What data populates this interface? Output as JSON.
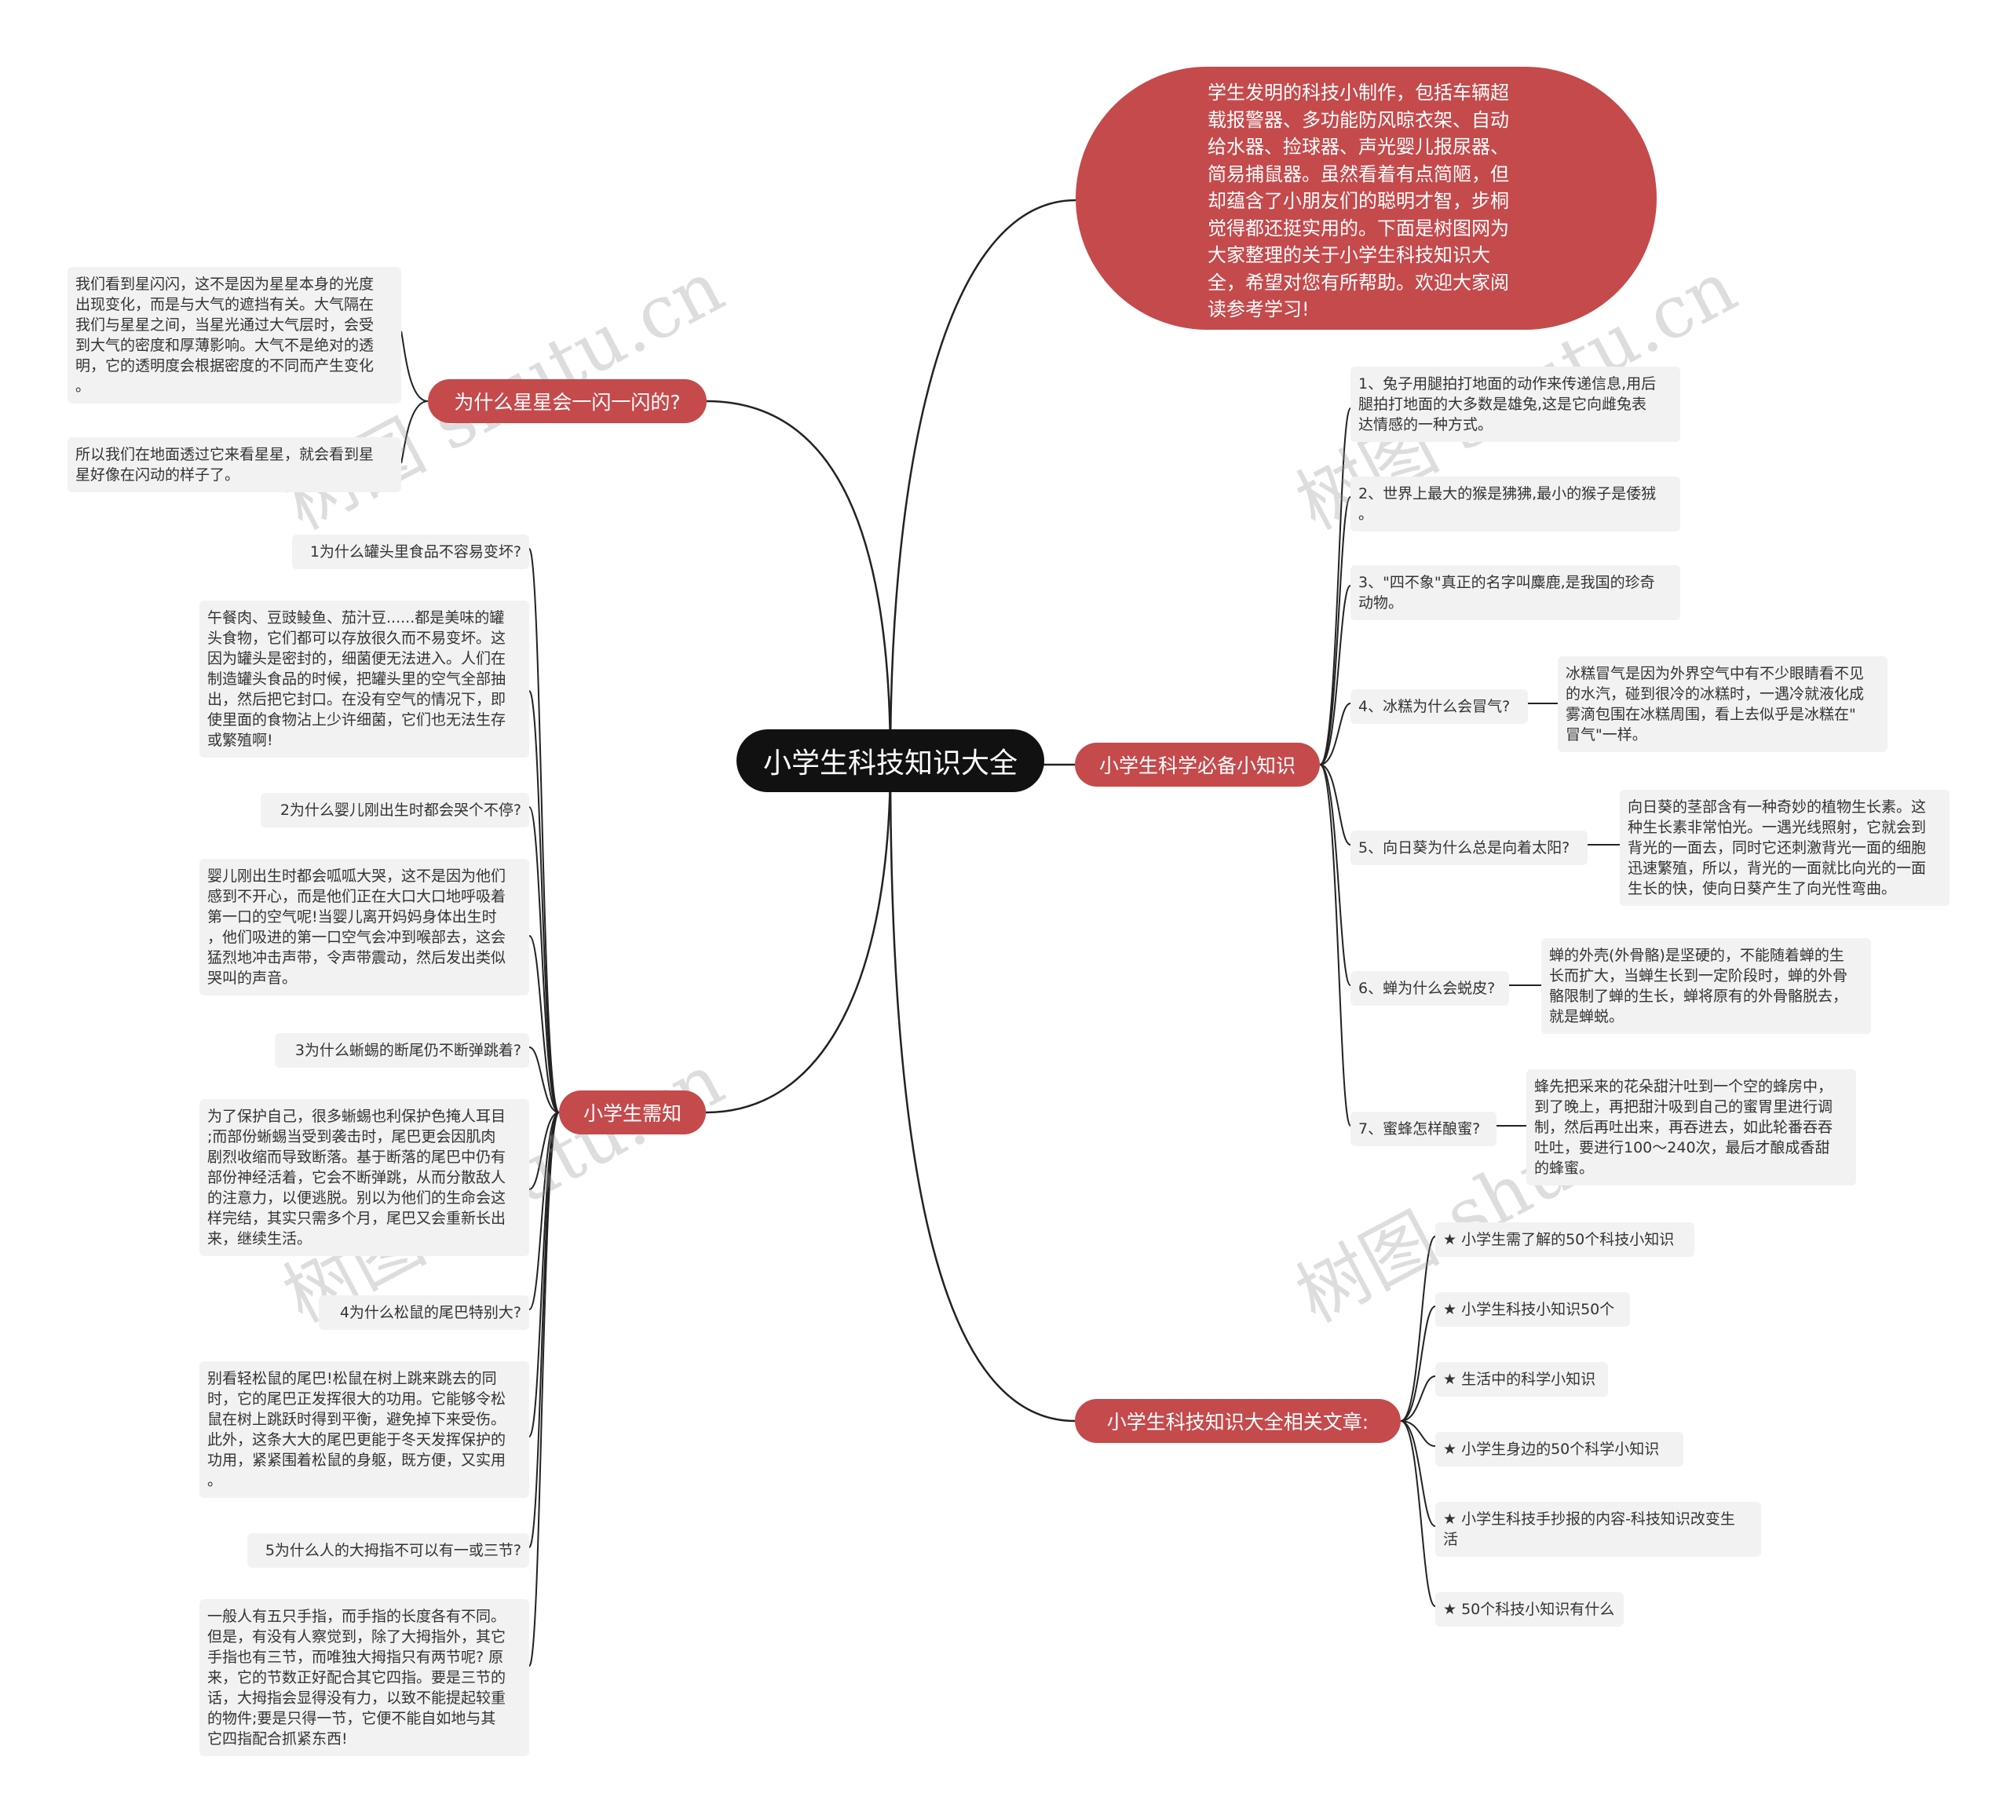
{
  "root": "小学生科技知识大全",
  "intro": "学生发明的科技小制作，包括车辆超载报警器、多功能防风晾衣架、自动给水器、捡球器、声光婴儿报尿器、简易捕鼠器。虽然看着有点简陋，但却蕴含了小朋友们的聪明才智，步桐觉得都还挺实用的。下面是树图网为大家整理的关于小学生科技知识大全，希望对您有所帮助。欢迎大家阅读参考学习!",
  "branches": {
    "star": {
      "title": "为什么星星会一闪一闪的?",
      "leaves": [
        "我们看到星闪闪，这不是因为星星本身的光度\n出现变化，而是与大气的遮挡有关。大气隔在\n我们与星星之间，当星光通过大气层时，会受\n到大气的密度和厚薄影响。大气不是绝对的透\n明，它的透明度会根据密度的不同而产生变化\n。",
        "所以我们在地面透过它来看星星，就会看到星\n星好像在闪动的样子了。"
      ]
    },
    "know": {
      "title": "小学生需知",
      "leaves": [
        "1为什么罐头里食品不容易变坏?",
        "午餐肉、豆豉鲮鱼、茄汁豆......都是美味的罐\n头食物，它们都可以存放很久而不易变坏。这\n因为罐头是密封的，细菌便无法进入。人们在\n制造罐头食品的时候，把罐头里的空气全部抽\n出，然后把它封口。在没有空气的情况下，即\n使里面的食物沾上少许细菌，它们也无法生存\n或繁殖啊!",
        "2为什么婴儿刚出生时都会哭个不停?",
        "婴儿刚出生时都会呱呱大哭，这不是因为他们\n感到不开心，而是他们正在大口大口地呼吸着\n第一口的空气呢!当婴儿离开妈妈身体出生时\n，他们吸进的第一口空气会冲到喉部去，这会\n猛烈地冲击声带，令声带震动，然后发出类似\n哭叫的声音。",
        "3为什么蜥蜴的断尾仍不断弹跳着?",
        "为了保护自己，很多蜥蜴也利保护色掩人耳目\n;而部份蜥蜴当受到袭击时，尾巴更会因肌肉\n剧烈收缩而导致断落。基于断落的尾巴中仍有\n部份神经活着，它会不断弹跳，从而分散敌人\n的注意力，以便逃脱。别以为他们的生命会这\n样完结，其实只需多个月，尾巴又会重新长出\n来，继续生活。",
        "4为什么松鼠的尾巴特别大?",
        "别看轻松鼠的尾巴!松鼠在树上跳来跳去的同\n时，它的尾巴正发挥很大的功用。它能够令松\n鼠在树上跳跃时得到平衡，避免掉下来受伤。\n此外，这条大大的尾巴更能于冬天发挥保护的\n功用，紧紧围着松鼠的身躯，既方便，又实用\n。",
        "5为什么人的大拇指不可以有一或三节?",
        "一般人有五只手指，而手指的长度各有不同。\n但是，有没有人察觉到，除了大拇指外，其它\n手指也有三节，而唯独大拇指只有两节呢? 原\n来，它的节数正好配合其它四指。要是三节的\n话，大拇指会显得没有力，以致不能提起较重\n的物件;要是只得一节，它便不能自如地与其\n它四指配合抓紧东西!"
      ]
    },
    "sci": {
      "title": "小学生科学必备小知识",
      "items": [
        {
          "q": "1、兔子用腿拍打地面的动作来传递信息,用后\n腿拍打地面的大多数是雄兔,这是它向雌兔表\n达情感的一种方式。"
        },
        {
          "q": "2、世界上最大的猴是狒狒,最小的猴子是倭狨\n。"
        },
        {
          "q": "3、\"四不象\"真正的名字叫麋鹿,是我国的珍奇\n动物。"
        },
        {
          "q": "4、冰糕为什么会冒气?",
          "a": "冰糕冒气是因为外界空气中有不少眼睛看不见\n的水汽，碰到很冷的冰糕时，一遇冷就液化成\n雾滴包围在冰糕周围，看上去似乎是冰糕在\"\n冒气\"一样。"
        },
        {
          "q": "5、向日葵为什么总是向着太阳?",
          "a": "向日葵的茎部含有一种奇妙的植物生长素。这\n种生长素非常怕光。一遇光线照射，它就会到\n背光的一面去，同时它还刺激背光一面的细胞\n迅速繁殖，所以，背光的一面就比向光的一面\n生长的快，使向日葵产生了向光性弯曲。"
        },
        {
          "q": "6、蝉为什么会蜕皮?",
          "a": "蝉的外壳(外骨骼)是坚硬的，不能随着蝉的生\n长而扩大，当蝉生长到一定阶段时，蝉的外骨\n骼限制了蝉的生长，蝉将原有的外骨骼脱去，\n就是蝉蜕。"
        },
        {
          "q": "7、蜜蜂怎样酿蜜?",
          "a": "蜂先把采来的花朵甜汁吐到一个空的蜂房中，\n到了晚上，再把甜汁吸到自己的蜜胃里进行调\n制，然后再吐出来，再吞进去，如此轮番吞吞\n吐吐，要进行100～240次，最后才酿成香甜\n的蜂蜜。"
        }
      ]
    },
    "rel": {
      "title": "小学生科技知识大全相关文章:",
      "items": [
        "★ 小学生需了解的50个科技小知识",
        "★ 小学生科技小知识50个",
        "★ 生活中的科学小知识",
        "★ 小学生身边的50个科学小知识",
        "★ 小学生科技手抄报的内容-科技知识改变生\n活",
        "★ 50个科技小知识有什么"
      ]
    }
  },
  "watermark": "树图 shutu.cn",
  "colors": {
    "branch": "#c54a4c",
    "root": "#111111",
    "leaf": "#f2f2f2",
    "line": "#222222"
  }
}
